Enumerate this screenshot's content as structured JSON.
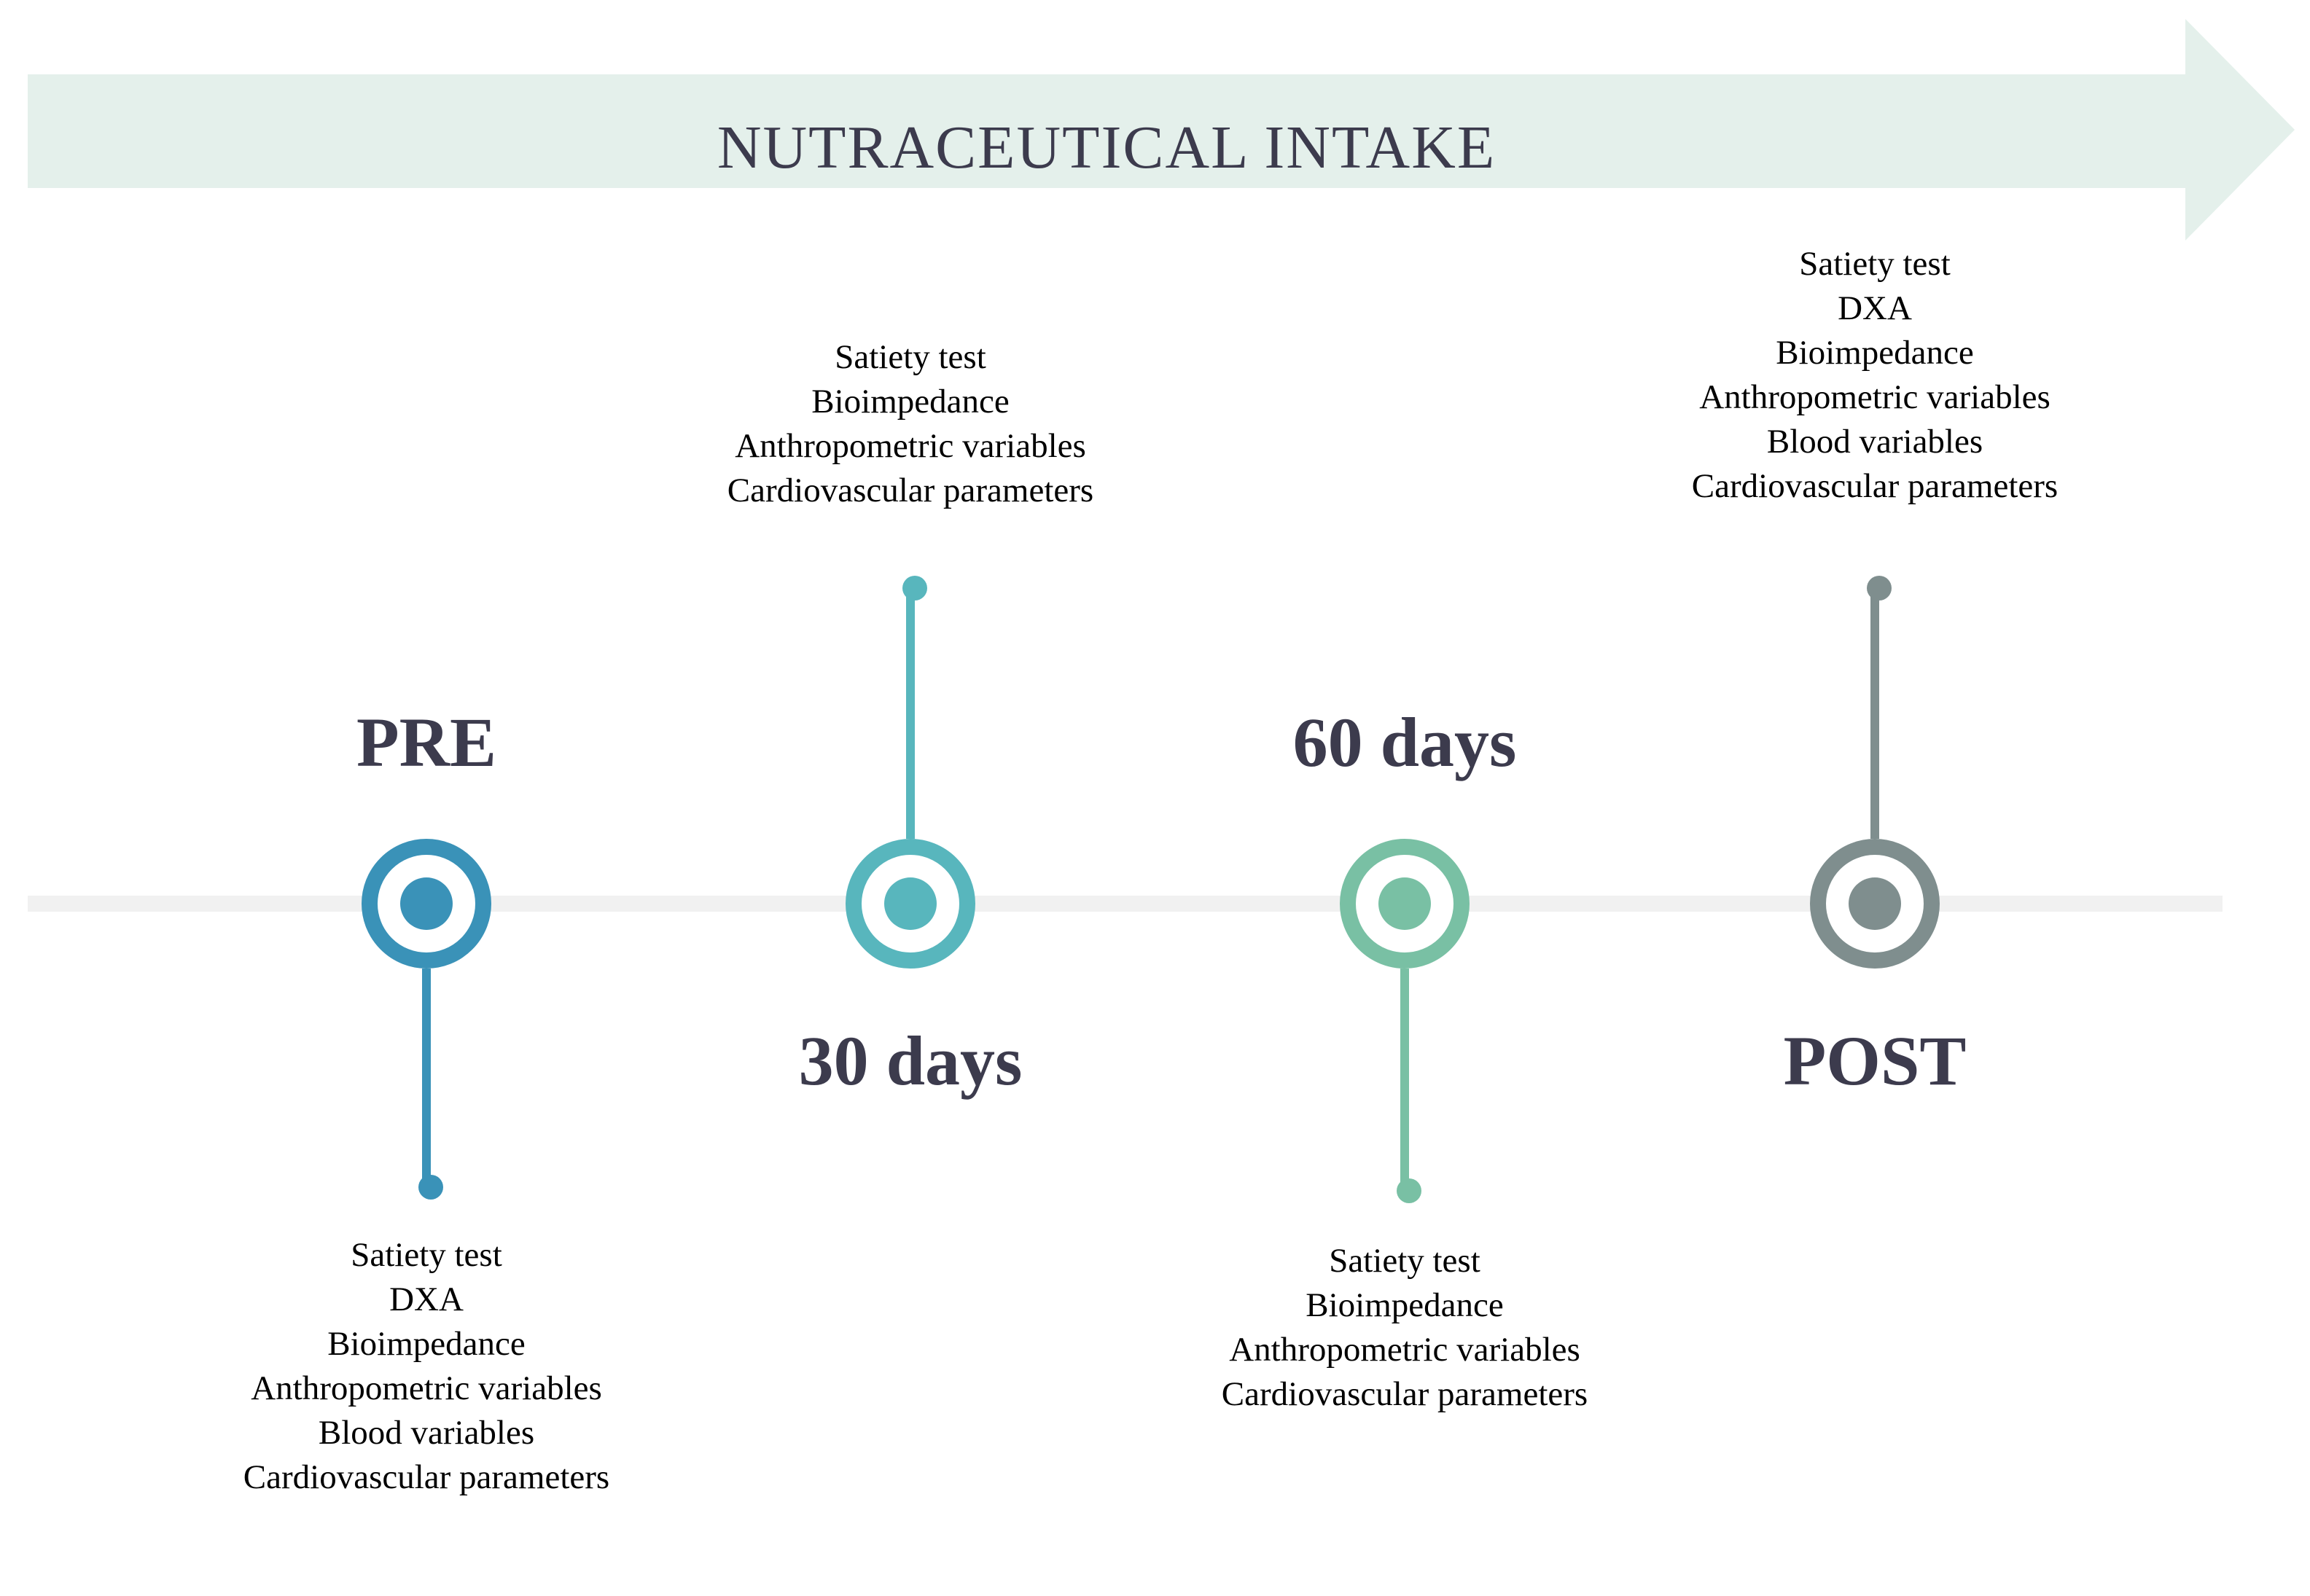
{
  "banner": {
    "title": "NUTRACEUTICAL INTAKE",
    "fill_color": "#e4f0eb"
  },
  "timeline": {
    "baseline_color": "#f1f1f1",
    "label_color": "#3c3b4d",
    "list_color": "#000000"
  },
  "milestones": [
    {
      "id": "pre",
      "label": "PRE",
      "color": "#3a92b8",
      "measures": [
        "Satiety test",
        "DXA",
        "Bioimpedance",
        "Anthropometric variables",
        "Blood variables",
        "Cardiovascular parameters"
      ]
    },
    {
      "id": "day30",
      "label": "30 days",
      "color": "#58b6bd",
      "measures": [
        "Satiety test",
        "Bioimpedance",
        "Anthropometric variables",
        "Cardiovascular parameters"
      ]
    },
    {
      "id": "day60",
      "label": "60 days",
      "color": "#79c0a4",
      "measures": [
        "Satiety test",
        "Bioimpedance",
        "Anthropometric variables",
        "Cardiovascular parameters"
      ]
    },
    {
      "id": "post",
      "label": "POST",
      "color": "#7f8e8e",
      "measures": [
        "Satiety test",
        "DXA",
        "Bioimpedance",
        "Anthropometric variables",
        "Blood variables",
        "Cardiovascular parameters"
      ]
    }
  ]
}
